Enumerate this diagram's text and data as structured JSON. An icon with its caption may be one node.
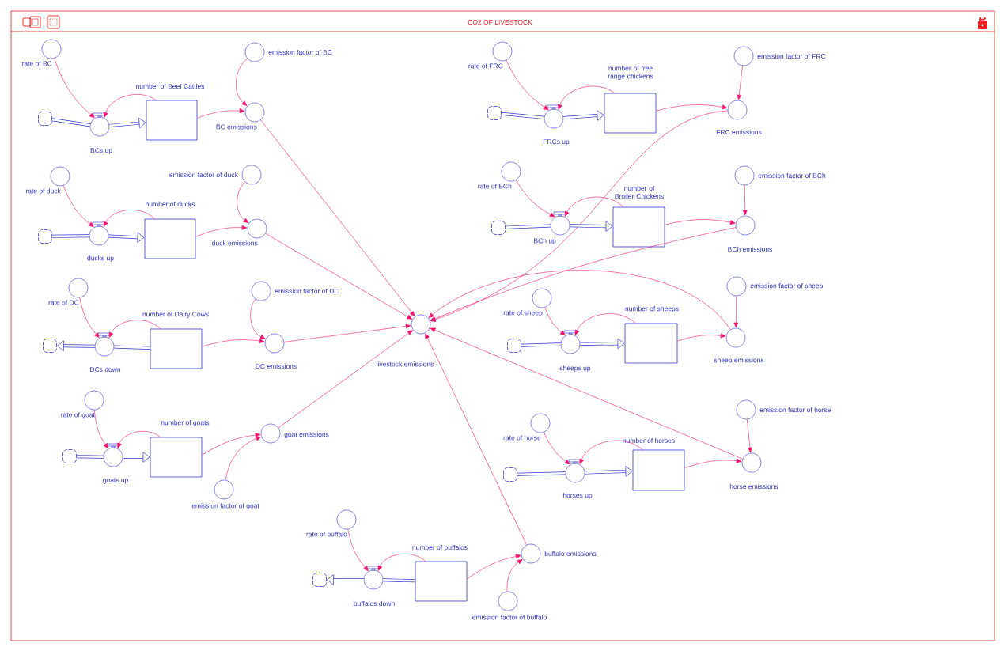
{
  "diagram": {
    "title": "CO2 OF LIVESTOCK",
    "nodes": [
      {
        "text": [
          "rate of BC"
        ]
      },
      {
        "text": [
          "emission factor of BC"
        ]
      },
      {
        "text": [],
        "shape": "cloud"
      },
      {
        "text": [
          "BCs up"
        ]
      },
      {
        "text": [
          "number of Beef Cattles"
        ]
      },
      {
        "text": [
          "BC emissions"
        ]
      },
      {
        "text": [
          "rate of FRC"
        ]
      },
      {
        "text": [
          "emission factor of FRC"
        ]
      },
      {
        "text": [],
        "shape": "cloud"
      },
      {
        "text": [
          "FRCs up"
        ]
      },
      {
        "text": [
          "number of free range chickens"
        ]
      },
      {
        "text": [
          "FRC emissions"
        ]
      },
      {
        "text": [
          "rate of duck"
        ]
      },
      {
        "text": [
          "emission factor of duck"
        ]
      },
      {
        "text": [],
        "shape": "cloud"
      },
      {
        "text": [
          "ducks up"
        ]
      },
      {
        "text": [
          "number of ducks"
        ]
      },
      {
        "text": [
          "duck emissions"
        ]
      },
      {
        "text": [
          "rate of BCh"
        ]
      },
      {
        "text": [
          "emission factor of BCh"
        ]
      },
      {
        "text": [],
        "shape": "cloud"
      },
      {
        "text": [
          "BCh up"
        ]
      },
      {
        "text": [
          "number of Broiler Chickens"
        ]
      },
      {
        "text": [
          "BCh emissions"
        ]
      },
      {
        "text": [
          "rate of DC"
        ]
      },
      {
        "text": [
          "emission factor of DC"
        ]
      },
      {
        "text": [],
        "shape": "cloud"
      },
      {
        "text": [
          "DCs down"
        ]
      },
      {
        "text": [
          "number of Dairy Cows"
        ]
      },
      {
        "text": [
          "DC emissions"
        ]
      },
      {
        "text": [
          "rate of sheep"
        ]
      },
      {
        "text": [
          "emission factor of sheep"
        ]
      },
      {
        "text": [],
        "shape": "cloud"
      },
      {
        "text": [
          "sheeps up"
        ]
      },
      {
        "text": [
          "number of sheeps"
        ]
      },
      {
        "text": [
          "sheep emissions"
        ]
      },
      {
        "text": [
          "rate of goat"
        ]
      },
      {
        "text": [
          "emission factor of goat"
        ]
      },
      {
        "text": [],
        "shape": "cloud"
      },
      {
        "text": [
          "goats up"
        ]
      },
      {
        "text": [
          "number of goats"
        ]
      },
      {
        "text": [
          "goat emissions"
        ]
      },
      {
        "text": [
          "rate of horse"
        ]
      },
      {
        "text": [
          "emission factor of horse"
        ]
      },
      {
        "text": [],
        "shape": "cloud"
      },
      {
        "text": [
          "horses up"
        ]
      },
      {
        "text": [
          "number of horses"
        ]
      },
      {
        "text": [
          "horse emissions"
        ]
      },
      {
        "text": [
          "rate of buffalo"
        ]
      },
      {
        "text": [
          "emission factor of buffalo"
        ]
      },
      {
        "text": [],
        "shape": "cloud"
      },
      {
        "text": [
          "buffalos down"
        ]
      },
      {
        "text": [
          "number of buffalos"
        ]
      },
      {
        "text": [
          "buffalo emissions"
        ]
      },
      {
        "text": [
          "livestock emissions"
        ]
      }
    ],
    "edges": [
      {
        "from": 2,
        "to": 3,
        "arrow": "none",
        "style": "thick",
        "color": "#3333cc"
      },
      {
        "from": 3,
        "to": 4,
        "arrow": "to",
        "style": "thick",
        "color": "#3333cc"
      },
      {
        "from": 0,
        "to": 3,
        "arrow": "to"
      },
      {
        "from": 4,
        "to": 3,
        "arrow": "to"
      },
      {
        "from": 4,
        "to": 5,
        "arrow": "to"
      },
      {
        "from": 1,
        "to": 5,
        "arrow": "to"
      },
      {
        "from": 5,
        "to": 54,
        "arrow": "to"
      },
      {
        "from": 8,
        "to": 9,
        "arrow": "none",
        "style": "thick",
        "color": "#3333cc"
      },
      {
        "from": 9,
        "to": 10,
        "arrow": "to",
        "style": "thick",
        "color": "#3333cc"
      },
      {
        "from": 6,
        "to": 9,
        "arrow": "to"
      },
      {
        "from": 10,
        "to": 9,
        "arrow": "to"
      },
      {
        "from": 10,
        "to": 11,
        "arrow": "to"
      },
      {
        "from": 7,
        "to": 11,
        "arrow": "to"
      },
      {
        "from": 11,
        "to": 54,
        "arrow": "to"
      },
      {
        "from": 14,
        "to": 15,
        "arrow": "none",
        "style": "thick",
        "color": "#3333cc"
      },
      {
        "from": 15,
        "to": 16,
        "arrow": "to",
        "style": "thick",
        "color": "#3333cc"
      },
      {
        "from": 12,
        "to": 15,
        "arrow": "to"
      },
      {
        "from": 16,
        "to": 15,
        "arrow": "to"
      },
      {
        "from": 16,
        "to": 17,
        "arrow": "to"
      },
      {
        "from": 13,
        "to": 17,
        "arrow": "to"
      },
      {
        "from": 17,
        "to": 54,
        "arrow": "to"
      },
      {
        "from": 20,
        "to": 21,
        "arrow": "none",
        "style": "thick",
        "color": "#3333cc"
      },
      {
        "from": 21,
        "to": 22,
        "arrow": "to",
        "style": "thick",
        "color": "#3333cc"
      },
      {
        "from": 18,
        "to": 21,
        "arrow": "to"
      },
      {
        "from": 22,
        "to": 21,
        "arrow": "to"
      },
      {
        "from": 22,
        "to": 23,
        "arrow": "to"
      },
      {
        "from": 19,
        "to": 23,
        "arrow": "to"
      },
      {
        "from": 23,
        "to": 54,
        "arrow": "to"
      },
      {
        "from": 28,
        "to": 27,
        "arrow": "none",
        "style": "thick",
        "color": "#3333cc"
      },
      {
        "from": 27,
        "to": 26,
        "arrow": "to",
        "style": "thick",
        "color": "#3333cc"
      },
      {
        "from": 24,
        "to": 27,
        "arrow": "to"
      },
      {
        "from": 28,
        "to": 27,
        "arrow": "to"
      },
      {
        "from": 28,
        "to": 29,
        "arrow": "to"
      },
      {
        "from": 25,
        "to": 29,
        "arrow": "to"
      },
      {
        "from": 29,
        "to": 54,
        "arrow": "to"
      },
      {
        "from": 32,
        "to": 33,
        "arrow": "none",
        "style": "thick",
        "color": "#3333cc"
      },
      {
        "from": 33,
        "to": 34,
        "arrow": "to",
        "style": "thick",
        "color": "#3333cc"
      },
      {
        "from": 30,
        "to": 33,
        "arrow": "to"
      },
      {
        "from": 34,
        "to": 33,
        "arrow": "to"
      },
      {
        "from": 34,
        "to": 35,
        "arrow": "to"
      },
      {
        "from": 31,
        "to": 35,
        "arrow": "to"
      },
      {
        "from": 35,
        "to": 54,
        "arrow": "to"
      },
      {
        "from": 38,
        "to": 39,
        "arrow": "none",
        "style": "thick",
        "color": "#3333cc"
      },
      {
        "from": 39,
        "to": 40,
        "arrow": "to",
        "style": "thick",
        "color": "#3333cc"
      },
      {
        "from": 36,
        "to": 39,
        "arrow": "to"
      },
      {
        "from": 40,
        "to": 39,
        "arrow": "to"
      },
      {
        "from": 40,
        "to": 41,
        "arrow": "to"
      },
      {
        "from": 37,
        "to": 41,
        "arrow": "to"
      },
      {
        "from": 41,
        "to": 54,
        "arrow": "to"
      },
      {
        "from": 44,
        "to": 45,
        "arrow": "none",
        "style": "thick",
        "color": "#3333cc"
      },
      {
        "from": 45,
        "to": 46,
        "arrow": "to",
        "style": "thick",
        "color": "#3333cc"
      },
      {
        "from": 42,
        "to": 45,
        "arrow": "to"
      },
      {
        "from": 46,
        "to": 45,
        "arrow": "to"
      },
      {
        "from": 46,
        "to": 47,
        "arrow": "to"
      },
      {
        "from": 43,
        "to": 47,
        "arrow": "to"
      },
      {
        "from": 47,
        "to": 54,
        "arrow": "to"
      },
      {
        "from": 52,
        "to": 51,
        "arrow": "none",
        "style": "thick",
        "color": "#3333cc"
      },
      {
        "from": 51,
        "to": 50,
        "arrow": "to",
        "style": "thick",
        "color": "#3333cc"
      },
      {
        "from": 48,
        "to": 51,
        "arrow": "to"
      },
      {
        "from": 52,
        "to": 51,
        "arrow": "to"
      },
      {
        "from": 52,
        "to": 53,
        "arrow": "to"
      },
      {
        "from": 49,
        "to": 53,
        "arrow": "to"
      },
      {
        "from": 53,
        "to": 54,
        "arrow": "to"
      }
    ]
  }
}
